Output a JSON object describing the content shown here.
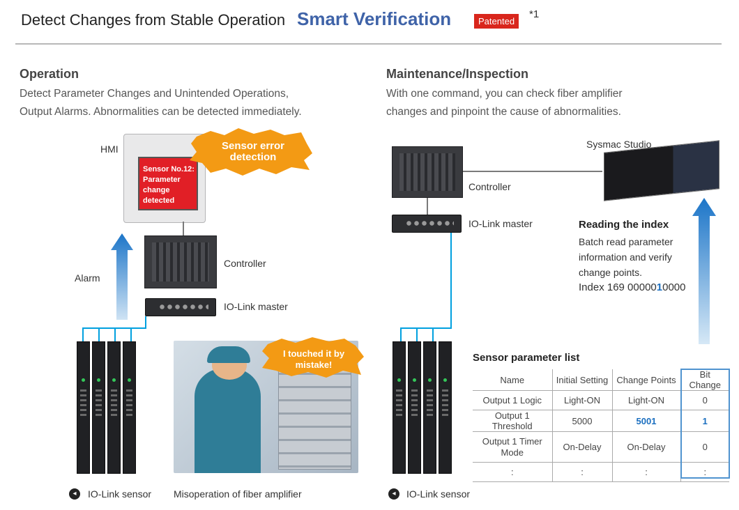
{
  "header": {
    "title": "Detect Changes from Stable Operation",
    "feature": "Smart Verification",
    "badge": "Patented",
    "note": "*1"
  },
  "colors": {
    "brand_blue": "#3f63a8",
    "badge_red": "#d9261c",
    "burst_orange": "#f39a14",
    "arrow_blue": "#1c75c8",
    "wire_cyan": "#00a0df",
    "highlight_blue": "#1b6fc0"
  },
  "left": {
    "title": "Operation",
    "desc_line1": "Detect Parameter Changes and Unintended Operations,",
    "desc_line2": "Output Alarms. Abnormalities can be detected immediately.",
    "hmi_label": "HMI",
    "hmi_message": "Sensor No.12: Parameter change detected",
    "burst_error": "Sensor error detection",
    "alarm_label": "Alarm",
    "controller_label": "Controller",
    "iolink_master_label": "IO-Link master",
    "burst_mistake": "I touched it by mistake!",
    "iolink_sensor_label": "IO-Link sensor",
    "misoperation_label": "Misoperation of fiber amplifier",
    "icons": [
      "iolink-icon"
    ]
  },
  "right": {
    "title": "Maintenance/Inspection",
    "desc_line1": "With one command, you can check fiber amplifier",
    "desc_line2": "changes and pinpoint the cause of abnormalities.",
    "studio_label": "Sysmac Studio",
    "controller_label": "Controller",
    "iolink_master_label": "IO-Link master",
    "reading_title": "Reading the index",
    "reading_line1": "Batch read parameter",
    "reading_line2": "information and verify",
    "reading_line3": "change points.",
    "index_prefix": "Index 169 00000",
    "index_bit": "1",
    "index_suffix": "0000",
    "table_title": "Sensor parameter list",
    "iolink_sensor_label": "IO-Link sensor"
  },
  "table": {
    "headers": [
      "Name",
      "Initial Setting",
      "Change Points",
      "Bit Change"
    ],
    "rows": [
      [
        "Output 1 Logic",
        "Light-ON",
        "Light-ON",
        "0"
      ],
      [
        "Output 1 Threshold",
        "5000",
        "5001",
        "1"
      ],
      [
        "Output 1 Timer Mode",
        "On-Delay",
        "On-Delay",
        "0"
      ],
      [
        ":",
        ":",
        ":",
        ":"
      ]
    ]
  }
}
